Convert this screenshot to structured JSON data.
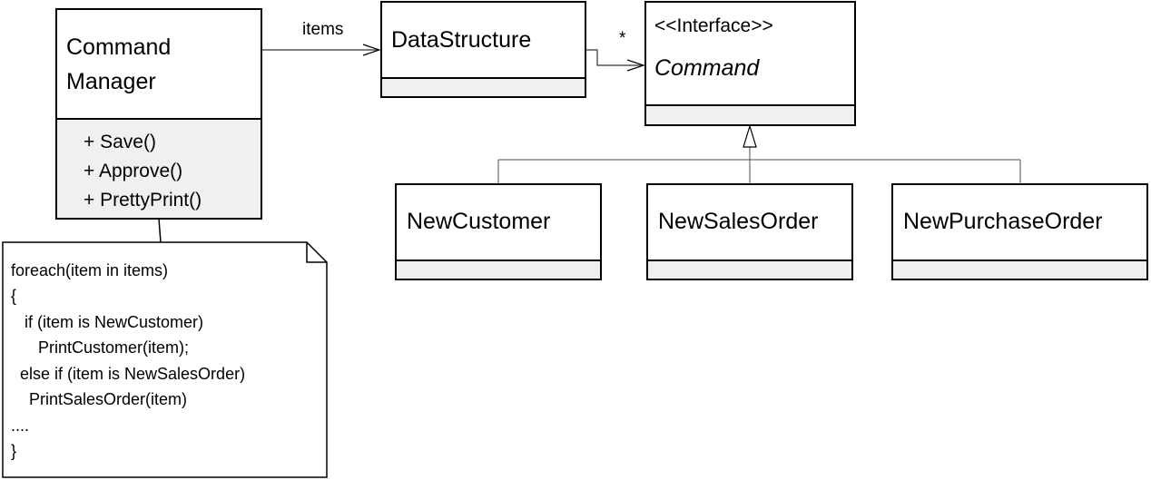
{
  "classes": {
    "command_manager": {
      "name_lines": [
        "Command",
        "Manager"
      ],
      "operations": [
        "+ Save()",
        "+ Approve()",
        "+ PrettyPrint()"
      ]
    },
    "data_structure": {
      "name": "DataStructure"
    },
    "command": {
      "stereotype": "<<Interface>>",
      "name": "Command"
    },
    "new_customer": {
      "name": "NewCustomer"
    },
    "new_sales_order": {
      "name": "NewSalesOrder"
    },
    "new_purchase_order": {
      "name": "NewPurchaseOrder"
    }
  },
  "associations": {
    "items_label": "items",
    "multiplicity": "*"
  },
  "note": {
    "lines": [
      "foreach(item in items)",
      "{",
      "   if (item is NewCustomer)",
      "      PrintCustomer(item);",
      "  else if (item is NewSalesOrder)",
      "    PrintSalesOrder(item)",
      "....",
      "}"
    ]
  },
  "colors": {
    "line": "#000000",
    "compartment_fill": "#f0f0f0",
    "box_fill": "#ffffff",
    "connector": "#4d4d4d"
  }
}
